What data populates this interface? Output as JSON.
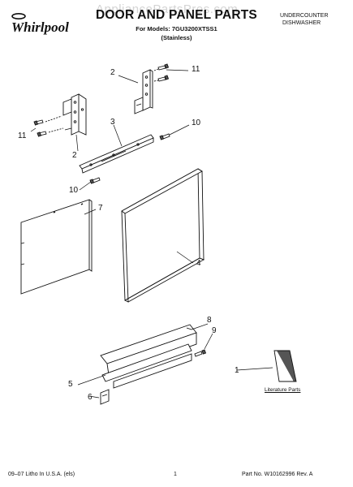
{
  "header": {
    "brand": "Whirlpool",
    "watermark": "AppliancePartsPros.com",
    "title": "DOOR AND PANEL PARTS",
    "models": "For Models: 7GU3200XTSS1",
    "finish": "(Stainless)",
    "category_line1": "UNDERCOUNTER",
    "category_line2": "DISHWASHER"
  },
  "callouts": {
    "c1": "1",
    "c2a": "2",
    "c2b": "2",
    "c3": "3",
    "c4": "4",
    "c5": "5",
    "c6": "6",
    "c7": "7",
    "c8": "8",
    "c9": "9",
    "c10a": "10",
    "c10b": "10",
    "c11a": "11",
    "c11b": "11"
  },
  "literature_label": "Literature Parts",
  "footer": {
    "left": "09–07 Litho In U.S.A. (els)",
    "page": "1",
    "part_no": "Part No. W10162996 Rev. A"
  }
}
